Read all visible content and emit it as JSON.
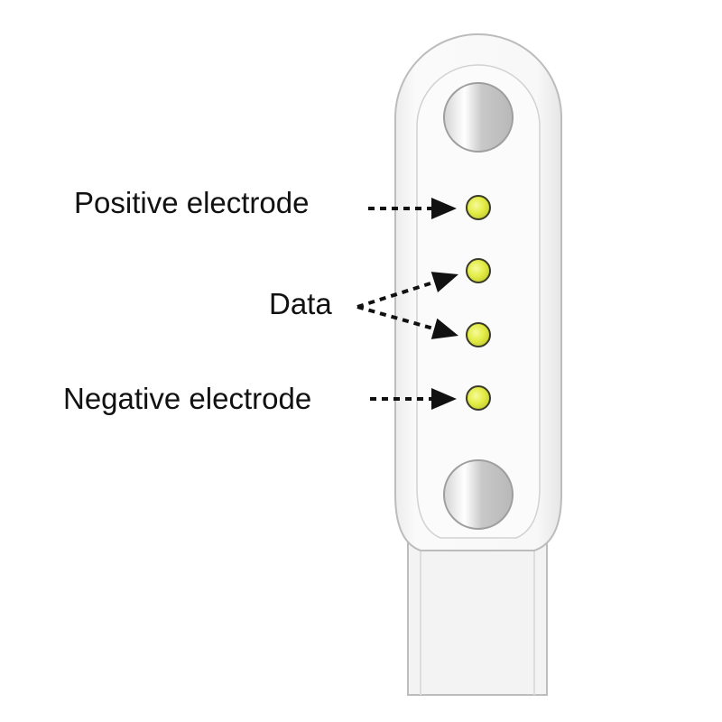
{
  "labels": {
    "positive": "Positive electrode",
    "data": "Data",
    "negative": "Negative electrode"
  },
  "colors": {
    "pin_fill": "#e4ee4a",
    "pin_stroke": "#3a3a2a",
    "connector_outline": "#b8b8b8",
    "connector_body": "#f6f6f6",
    "magnet_hole": "#c4c4c4",
    "arrow": "#111111"
  },
  "pins": [
    {
      "id": "pin-1",
      "role": "positive"
    },
    {
      "id": "pin-2",
      "role": "data"
    },
    {
      "id": "pin-3",
      "role": "data"
    },
    {
      "id": "pin-4",
      "role": "negative"
    }
  ]
}
